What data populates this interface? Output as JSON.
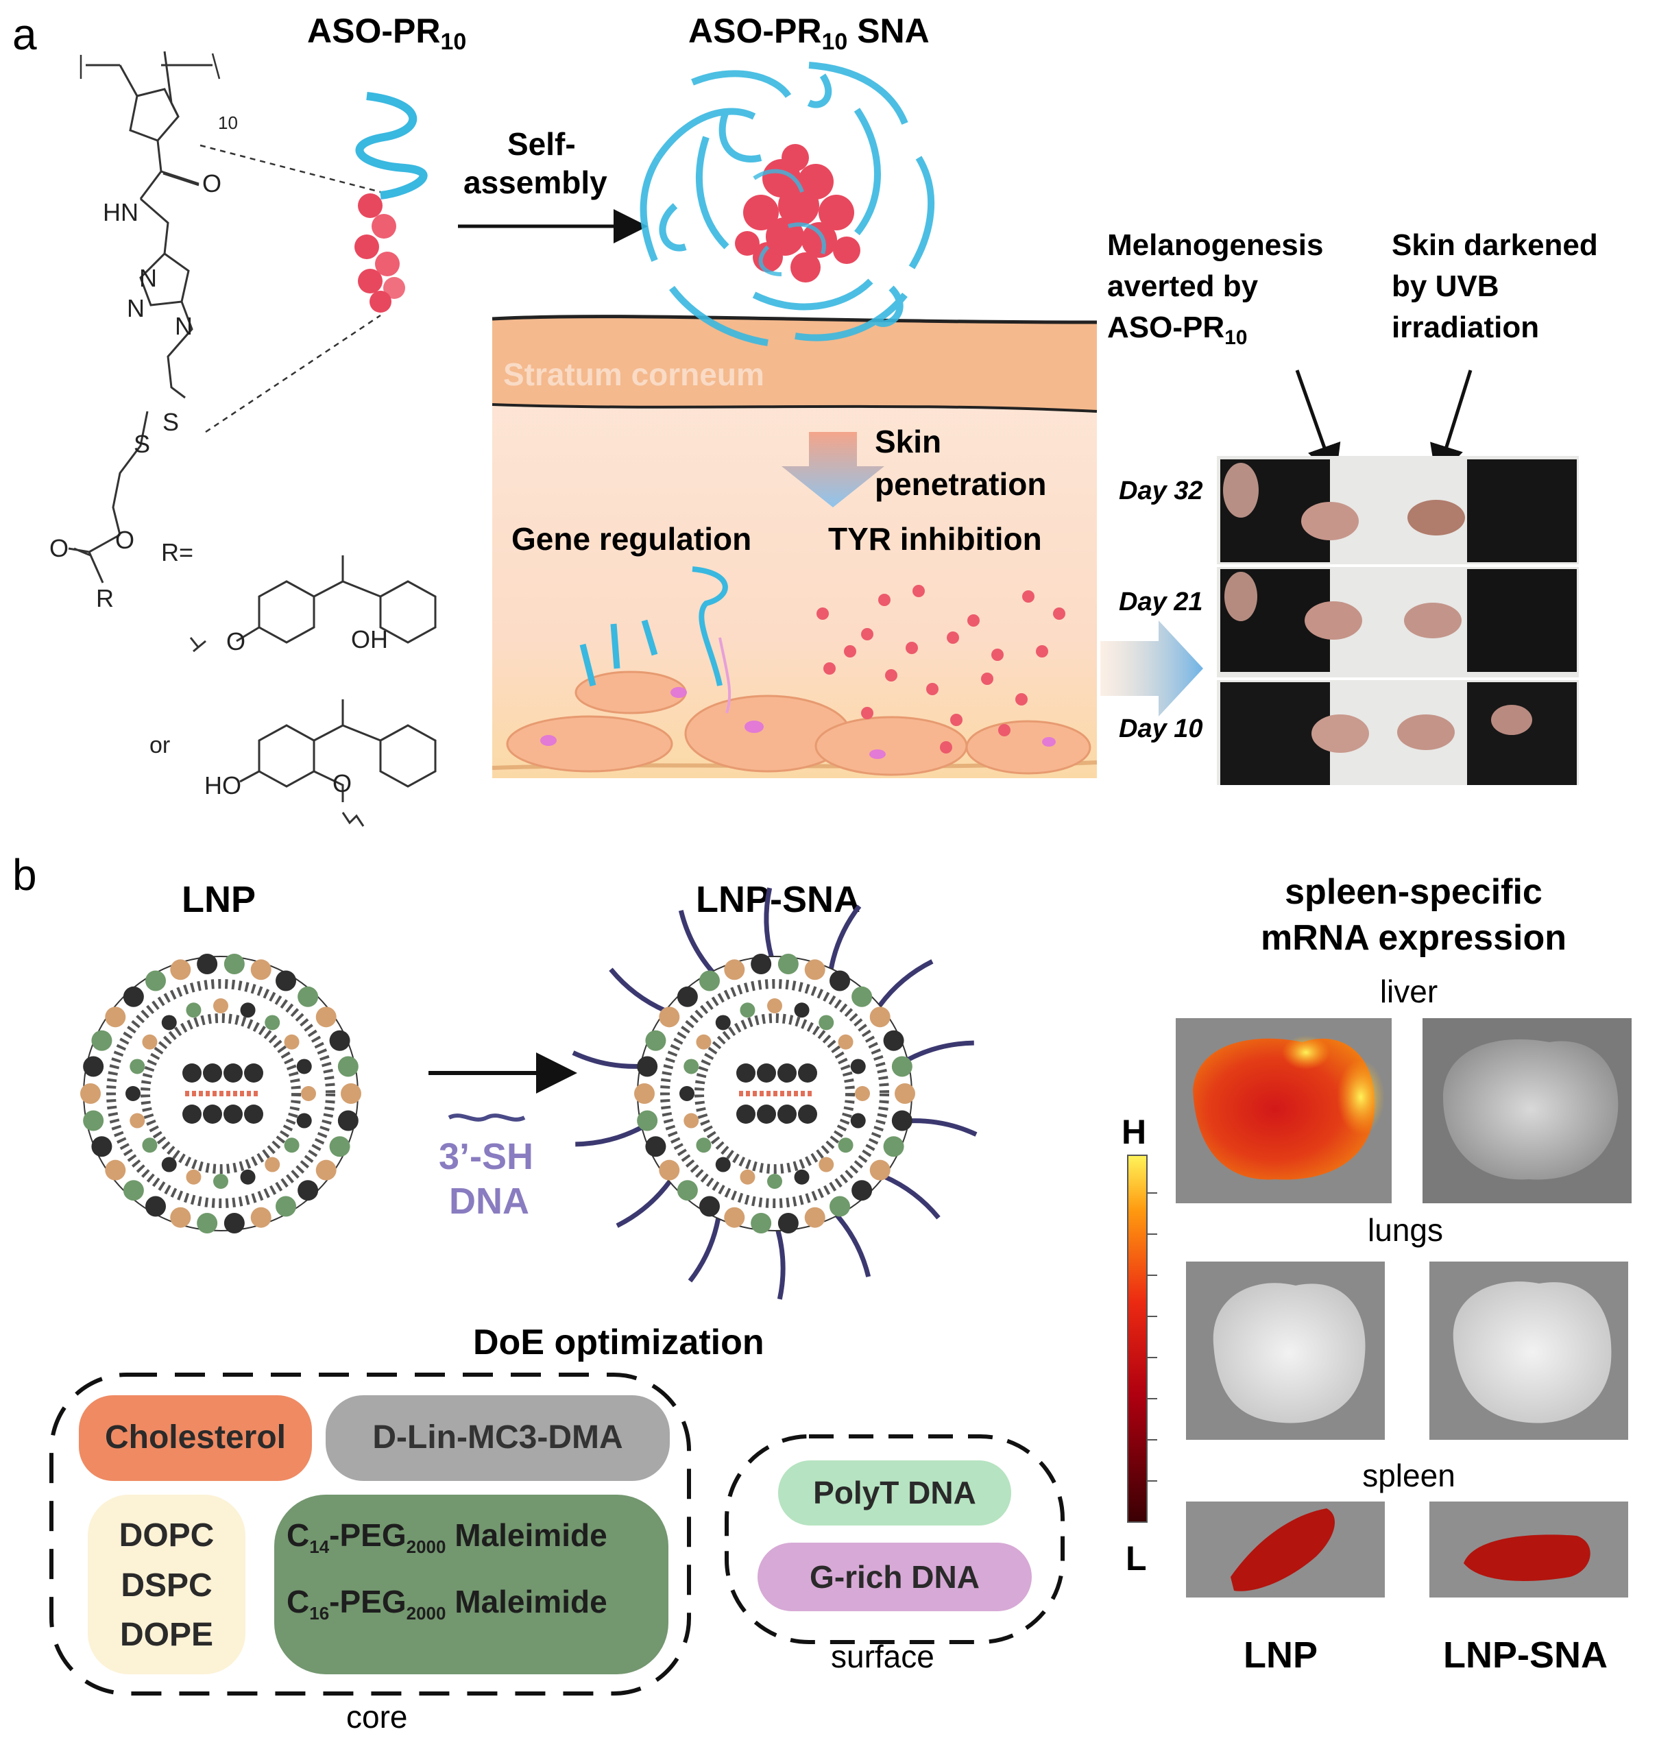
{
  "panel_a": {
    "letter": "a",
    "aso_title": "ASO-PR",
    "aso_sub": "10",
    "sna_title": "ASO-PR",
    "sna_sub": "10",
    "sna_suffix": " SNA",
    "self_assembly_1": "Self-",
    "self_assembly_2": "assembly",
    "chem": {
      "repeat": "10",
      "o1": "O",
      "hn": "HN",
      "n1": "N",
      "n2": "N",
      "n3": "N",
      "s1": "S",
      "s2": "S",
      "o2": "O",
      "o3": "O",
      "r": "R",
      "r_eq": "R=",
      "oh": "OH",
      "o4": "O",
      "or": "or",
      "ho": "HO",
      "o5": "O"
    },
    "stratum": "Stratum corneum",
    "skin_pen_1": "Skin",
    "skin_pen_2": "penetration",
    "gene_reg": "Gene regulation",
    "tyr": "TYR inhibition",
    "melano_1": "Melanogenesis",
    "melano_2": "averted by",
    "melano_3": "ASO-PR",
    "melano_3_sub": "10",
    "darkened_1": "Skin darkened",
    "darkened_2": "by UVB",
    "darkened_3": "irradiation",
    "days": [
      "Day 32",
      "Day 21",
      "Day 10"
    ]
  },
  "panel_b": {
    "letter": "b",
    "lnp": "LNP",
    "lnp_sna": "LNP-SNA",
    "sh_1": "3’-SH",
    "sh_2": "DNA",
    "doe": "DoE optimization",
    "cholesterol": "Cholesterol",
    "mc3": "D-Lin-MC3-DMA",
    "dopc": "DOPC",
    "dspc": "DSPC",
    "dope": "DOPE",
    "c14_pre": "C",
    "c14_sub": "14",
    "c14_mid": "-PEG",
    "c14_sub2": "2000",
    "c14_post": " Maleimide",
    "c16_pre": "C",
    "c16_sub": "16",
    "c16_mid": "-PEG",
    "c16_sub2": "2000",
    "c16_post": " Maleimide",
    "core": "core",
    "polyt": "PolyT DNA",
    "grich": "G-rich DNA",
    "surface": "surface",
    "spleen_title_1": "spleen-specific",
    "spleen_title_2": "mRNA expression",
    "liver": "liver",
    "lungs": "lungs",
    "spleen": "spleen",
    "h": "H",
    "l": "L",
    "col_lnp": "LNP",
    "col_lnp_sna": "LNP-SNA"
  },
  "colors": {
    "cholesterol": "#ef8a63",
    "mc3": "#a8a8a8",
    "phospholipid": "#fcf2d6",
    "peg": "#73976f",
    "polyt": "#b6e3c1",
    "grich": "#d7a9d6",
    "dna_blue": "#39b8e0",
    "core_red": "#e8485e",
    "dna_purple": "#8a7cc0",
    "skin": "#f4b98d"
  }
}
